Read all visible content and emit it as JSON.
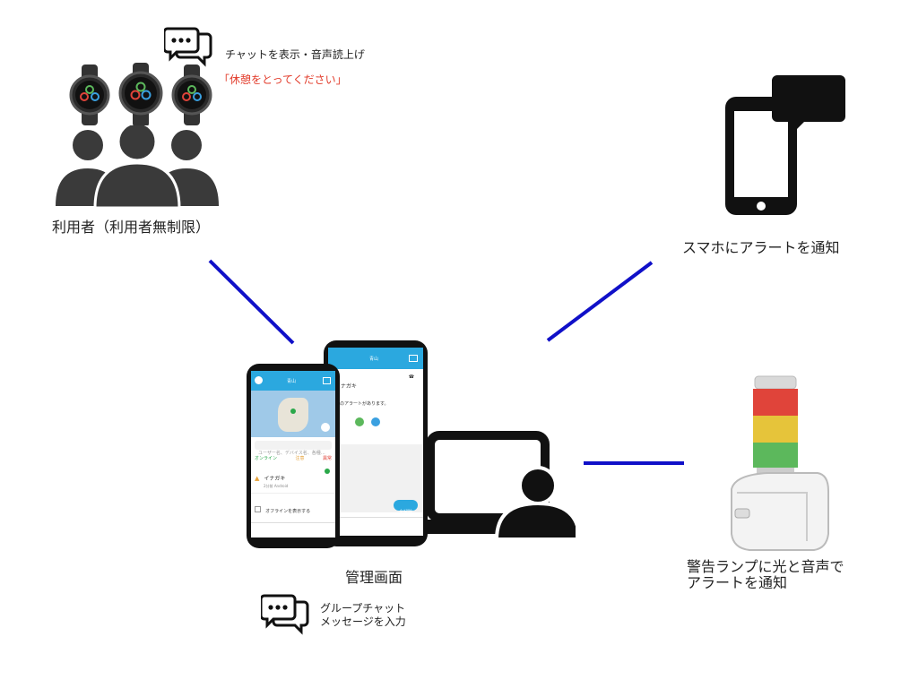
{
  "users": {
    "chat_caption": "チャットを表示・音声読上げ",
    "message": "「休憩をとってください」",
    "label": "利用者（利用者無制限）"
  },
  "smartphone": {
    "label": "スマホにアラートを通知"
  },
  "lamp": {
    "label_line1": "警告ランプに光と音声で",
    "label_line2": "アラートを通知"
  },
  "admin": {
    "label": "管理画面",
    "group_chat_line1": "グループチャット",
    "group_chat_line2": "メッセージを入力"
  },
  "app_front": {
    "title": "青山",
    "search_placeholder": "ユーザー名、デバイス名、各種…",
    "filter_online": "オンライン",
    "filter_caution": "注意",
    "filter_abnormal": "異常",
    "item_name": "イナガキ",
    "item_sub": "2分前 Android",
    "offline_toggle": "オフラインを表示する"
  },
  "app_back": {
    "title": "青山",
    "user_name": "イナガキ",
    "alert_text": "件のアラートがあります。",
    "clear_button": "全解除"
  },
  "colors": {
    "connector": "#1010c8",
    "app_header": "#2ba8df",
    "lamp_red": "#e0443a",
    "lamp_yellow": "#e6c43a",
    "lamp_green": "#5cb85c",
    "message_red": "#e23b2a"
  }
}
